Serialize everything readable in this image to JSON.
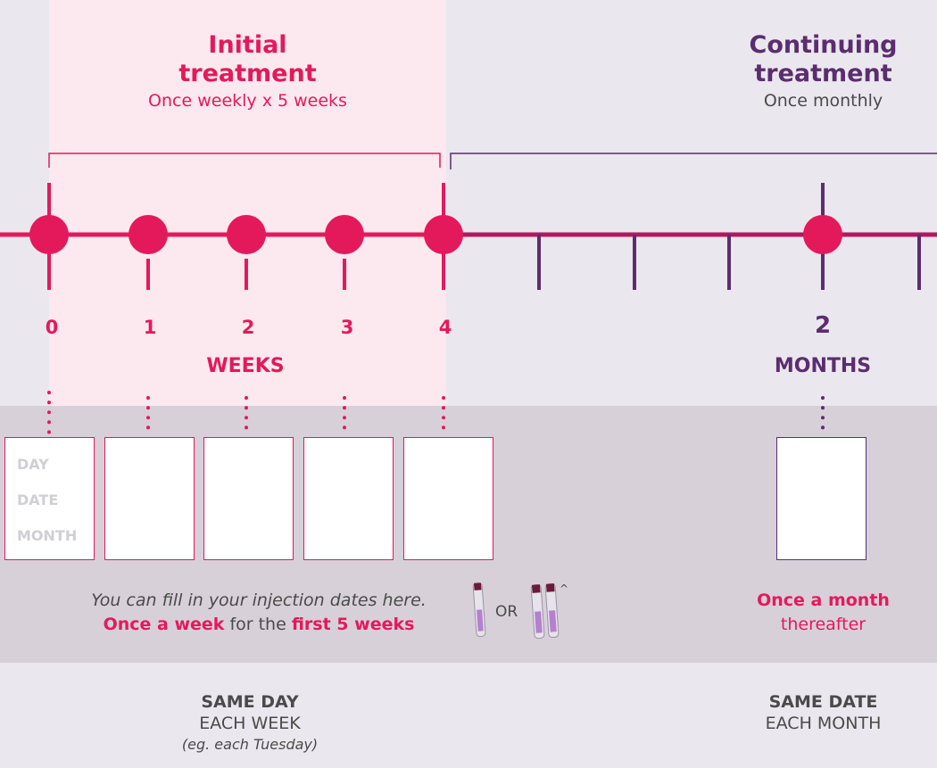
{
  "initial": {
    "title_line1": "Initial",
    "title_line2": "treatment",
    "subtitle": "Once weekly x 5 weeks"
  },
  "continuing": {
    "title_line1": "Continuing",
    "title_line2": "treatment",
    "subtitle": "Once monthly"
  },
  "timeline": {
    "week_ticks": [
      "0",
      "1",
      "2",
      "3",
      "4"
    ],
    "week_unit": "WEEKS",
    "month_tick": "2",
    "month_unit": "MONTHS"
  },
  "card_fields": {
    "day": "DAY",
    "date": "DATE",
    "month": "MONTH"
  },
  "note": {
    "line1": "You can fill in your injection dates here.",
    "line2_a": "Once a week",
    "line2_b": " for the ",
    "line2_c": "first 5 weeks",
    "or": "OR",
    "caret": "^"
  },
  "monthly_note": {
    "line1": "Once a month",
    "line2": "thereafter"
  },
  "same_day": {
    "line1": "SAME DAY",
    "line2": "EACH WEEK",
    "line3": "(eg. each Tuesday)"
  },
  "same_date": {
    "line1": "SAME DATE",
    "line2": "EACH MONTH"
  },
  "colors": {
    "pink": "#e4195b",
    "purple": "#5b2d6f",
    "pink_bg": "#fbe9ef",
    "grey_band": "#d8d0d9"
  }
}
